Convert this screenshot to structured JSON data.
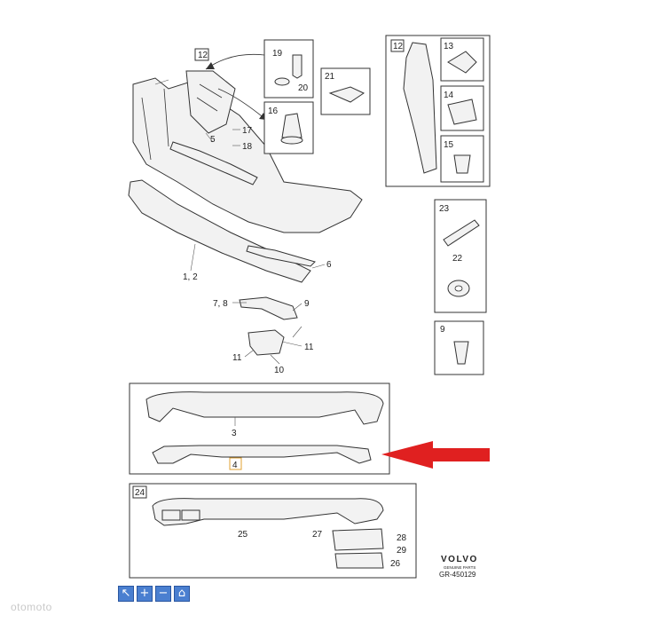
{
  "callouts": {
    "c12a": "12",
    "c19": "19",
    "c20": "20",
    "c21": "21",
    "c16": "16",
    "c17": "17",
    "c18": "18",
    "c5": "5",
    "c12b": "12",
    "c13": "13",
    "c14": "14",
    "c15": "15",
    "c6": "6",
    "c12main": "1, 2",
    "c23": "23",
    "c22": "22",
    "c78": "7, 8",
    "c9a": "9",
    "c11a": "11",
    "c11b": "11",
    "c10": "10",
    "c9b": "9",
    "c3": "3",
    "c4": "4",
    "c24": "24",
    "c25": "25",
    "c27": "27",
    "c28": "28",
    "c29": "29",
    "c26": "26"
  },
  "brand": {
    "logo": "VOLVO",
    "tagline": "GENUINE PARTS",
    "ref": "GR-450129"
  },
  "toolbar": {
    "buttons": [
      {
        "name": "select-icon",
        "glyph": "↖"
      },
      {
        "name": "zoom-in-icon",
        "glyph": "+"
      },
      {
        "name": "zoom-out-icon",
        "glyph": "−"
      },
      {
        "name": "home-icon",
        "glyph": "⌂"
      }
    ]
  },
  "watermark": "otomoto",
  "colors": {
    "arrow": "#e02020",
    "toolbar": "#4a7fd0"
  }
}
